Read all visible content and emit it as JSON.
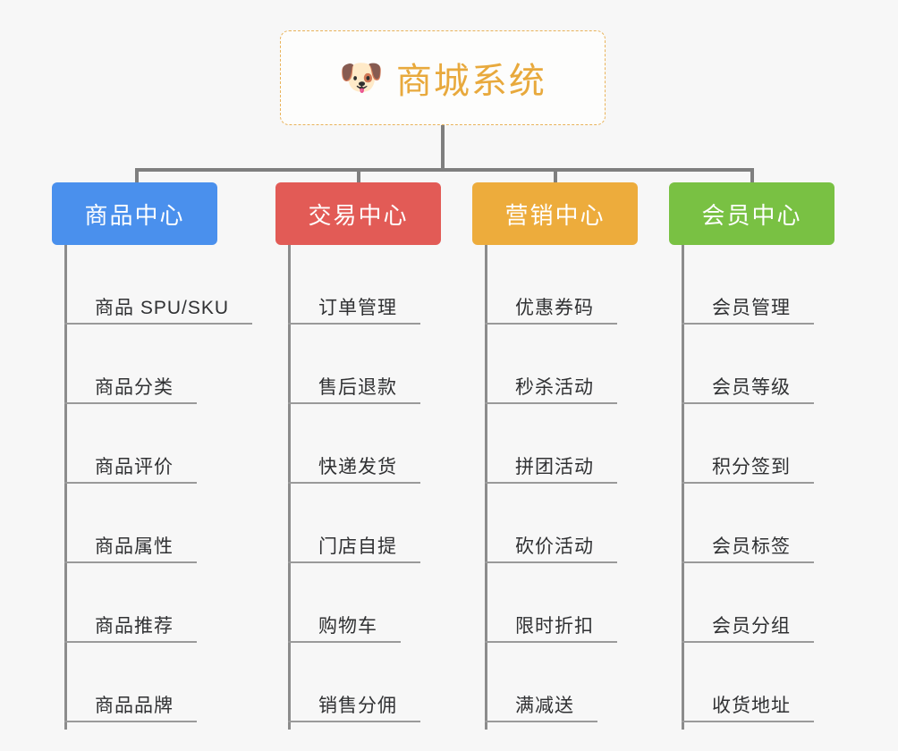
{
  "root": {
    "icon": "dog-face-icon",
    "icon_glyph": "🐶",
    "title": "商城系统",
    "title_color": "#e8a93c",
    "border_color": "#e9b35a"
  },
  "connector": {
    "color": "#7f7f7f"
  },
  "columns": [
    {
      "id": "product-center",
      "label": "商品中心",
      "color": "#4a90ed",
      "items": [
        "商品 SPU/SKU",
        "商品分类",
        "商品评价",
        "商品属性",
        "商品推荐",
        "商品品牌"
      ]
    },
    {
      "id": "trade-center",
      "label": "交易中心",
      "color": "#e25b56",
      "items": [
        "订单管理",
        "售后退款",
        "快递发货",
        "门店自提",
        "购物车",
        "销售分佣"
      ]
    },
    {
      "id": "marketing-center",
      "label": "营销中心",
      "color": "#edac3c",
      "items": [
        "优惠券码",
        "秒杀活动",
        "拼团活动",
        "砍价活动",
        "限时折扣",
        "满减送"
      ]
    },
    {
      "id": "member-center",
      "label": "会员中心",
      "color": "#79c143",
      "items": [
        "会员管理",
        "会员等级",
        "积分签到",
        "会员标签",
        "会员分组",
        "收货地址"
      ]
    }
  ]
}
